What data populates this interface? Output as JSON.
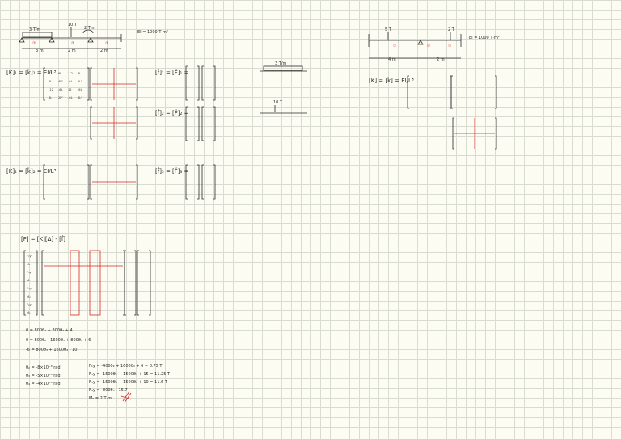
{
  "top_beam": {
    "load_udl": "3 T/m",
    "point_load": "10 T",
    "moment": "2 T·m",
    "span_a": "3 m",
    "span_b": "2 m",
    "span_c": "2 m",
    "ei": "EI = 1000 T·m²",
    "node_labels": [
      "①",
      "②",
      "③"
    ]
  },
  "right_beam": {
    "load_left": "5 T",
    "load_right": "2 T",
    "span_a": "4 m",
    "span_b": "2 m",
    "ei": "EI = 1000 T·m²",
    "node_labels": [
      "①",
      "②",
      "③"
    ]
  },
  "equations": {
    "k1": "[K]₁ = [k̂]₁ = EI/L³",
    "k2": "[K]₂ = [k̂]₂ = EI/L³",
    "k_right": "[K] = [k̂] = EI/L³",
    "f1": "[f̂]₁ = [F̂]₁ =",
    "f2": "[f̂]₂ = [F̂]₂ =",
    "f3": "[f̂]₃ = [F̂]₃ =",
    "global": "[F] = [K][Δ] - [f̂]"
  },
  "element_local": {
    "row1": [
      "12",
      "6L",
      "-12",
      "6L"
    ],
    "row2": [
      "6L",
      "4L²",
      "-6L",
      "2L²"
    ],
    "row3": [
      "-12",
      "-6L",
      "12",
      "-6L"
    ],
    "row4": [
      "6L",
      "2L²",
      "-6L",
      "4L²"
    ]
  },
  "solve_lines": [
    "0 = 800θ₂ + 800θ₃ + 4",
    "0 = 800θ₂ - 1600θ₃ + 800θ₄ + 6",
    "-6 = 800θ₃ + 1600θ₄ - 10"
  ],
  "thetas": [
    "θ₂ = -8×10⁻³ rad",
    "θ₃ = -5×10⁻³ rad",
    "θ₄ = -4×10⁻³ rad"
  ],
  "reactions": [
    "F₁y = -400θ₂ + 1600θ₃ + 6 = 8.75 T",
    "F₃y = -1500θ₂ + 1500θ₃ + 15 = 11.25 T",
    "F₅y = -1500θ₃ + 1500θ₄ + 10 = 11.6 T",
    "F₄y = -800θ₃ - 15.7",
    "M₅ = 2 T·m"
  ],
  "global_vector_labels": [
    "F₁y",
    "M₁",
    "F₃y",
    "M₂",
    "F₄y",
    "M₃",
    "F₅y",
    "M₅"
  ]
}
